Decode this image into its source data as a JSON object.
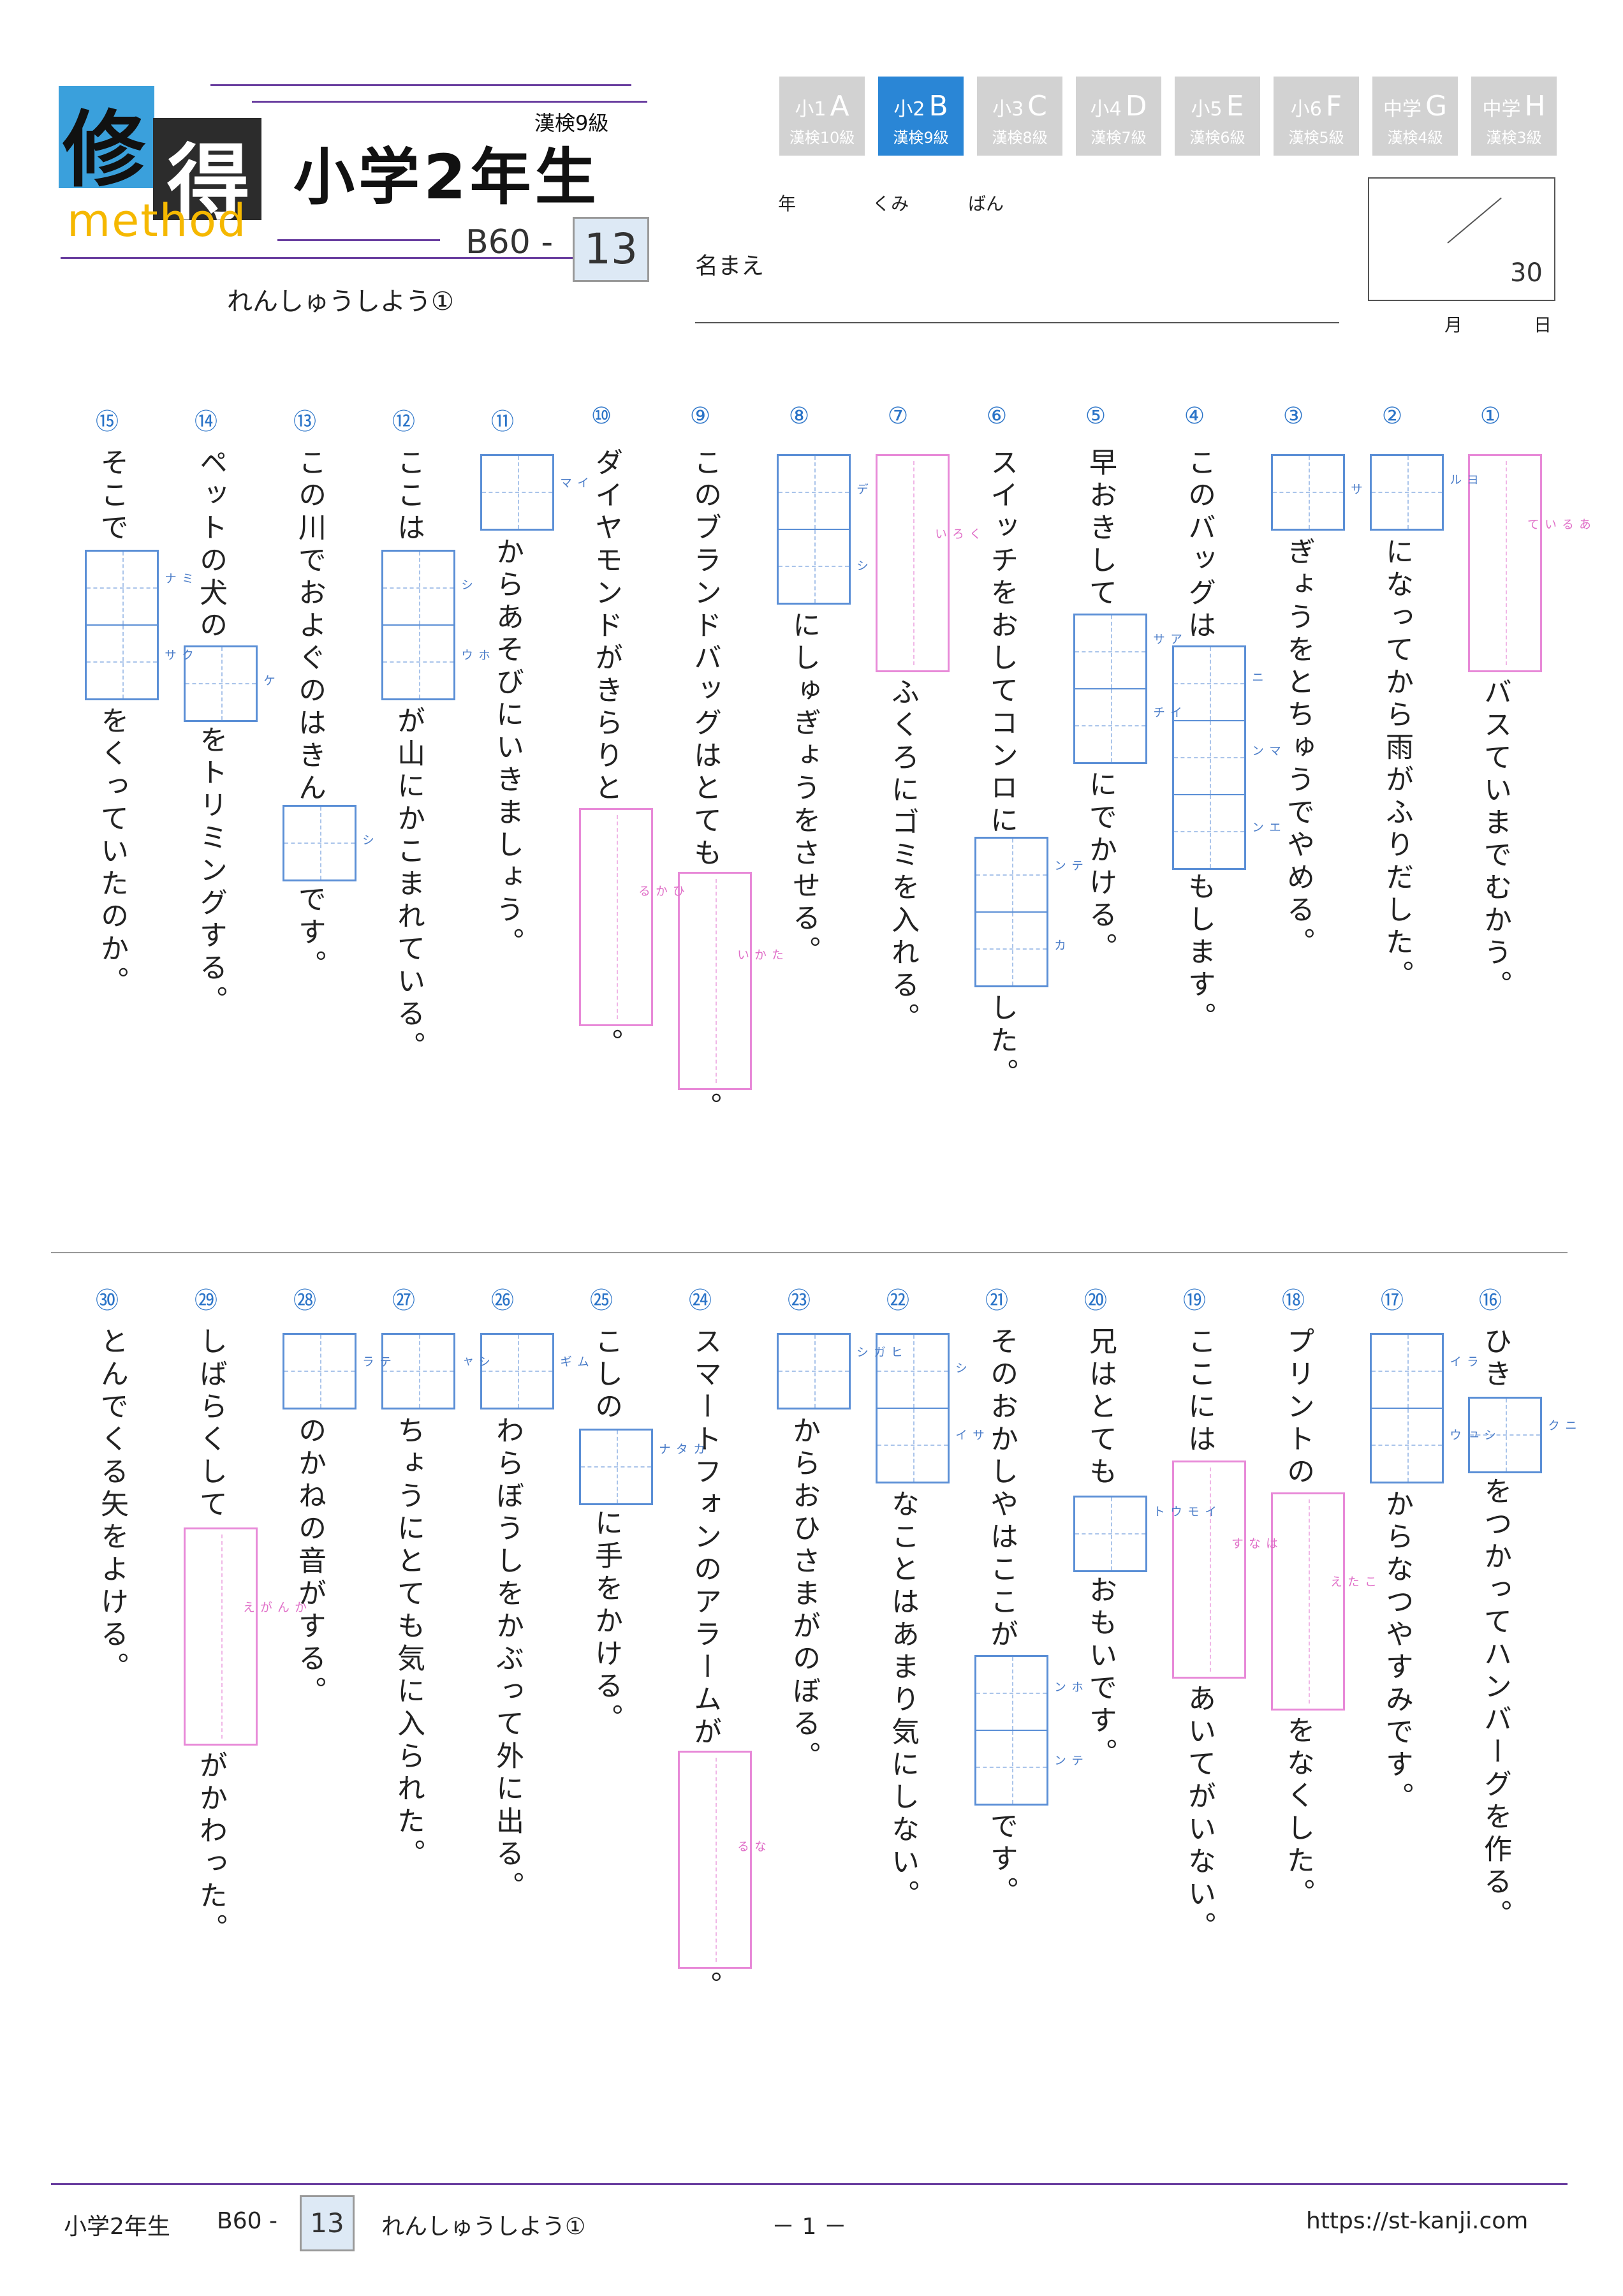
{
  "header": {
    "logo": {
      "kanji1": "修",
      "kanji2": "得",
      "method": "method"
    },
    "grade_title": "小学2年生",
    "kanken": "漢検9級",
    "code_prefix": "B60 -",
    "code_number": "13",
    "lesson_title": "れんしゅうしよう①",
    "levels": [
      {
        "grade": "小1",
        "letter": "A",
        "kanken": "漢検10級",
        "active": false
      },
      {
        "grade": "小2",
        "letter": "B",
        "kanken": "漢検9級",
        "active": true
      },
      {
        "grade": "小3",
        "letter": "C",
        "kanken": "漢検8級",
        "active": false
      },
      {
        "grade": "小4",
        "letter": "D",
        "kanken": "漢検7級",
        "active": false
      },
      {
        "grade": "小5",
        "letter": "E",
        "kanken": "漢検6級",
        "active": false
      },
      {
        "grade": "小6",
        "letter": "F",
        "kanken": "漢検5級",
        "active": false
      },
      {
        "grade": "中学",
        "letter": "G",
        "kanken": "漢検4級",
        "active": false
      },
      {
        "grade": "中学",
        "letter": "H",
        "kanken": "漢検3級",
        "active": false
      }
    ],
    "class_labels": {
      "nen": "年",
      "kumi": "くみ",
      "ban": "ばん"
    },
    "name_label": "名まえ",
    "score_total": "30",
    "date_labels": {
      "month": "月",
      "day": "日"
    }
  },
  "questions": {
    "q1": {
      "num": "①",
      "t1": "",
      "hira": "あるいて",
      "t2": "バスていまでむかう。"
    },
    "q2": {
      "num": "②",
      "t1": "",
      "r1": "ヨル",
      "t2": "になってから雨がふりだした。"
    },
    "q3": {
      "num": "③",
      "t1": "",
      "r1": "サ",
      "t2": "ぎょうをとちゅうでやめる。"
    },
    "q4": {
      "num": "④",
      "t1": "このバッグは",
      "r1": "ニ",
      "r2": "マン",
      "r3": "エン",
      "t2": "もします。"
    },
    "q5": {
      "num": "⑤",
      "t1": "早おきして",
      "r1": "アサ",
      "r2": "イチ",
      "t2": "にでかける。"
    },
    "q6": {
      "num": "⑥",
      "t1": "スイッチをおしてコンロに",
      "r1": "テン",
      "r2": "カ",
      "t2": "した。"
    },
    "q7": {
      "num": "⑦",
      "t1": "",
      "hira": "くろい",
      "t2": "ふくろにゴミを入れる。"
    },
    "q8": {
      "num": "⑧",
      "t1": "",
      "r1": "デ",
      "r2": "シ",
      "t2": "にしゅぎょうをさせる。"
    },
    "q9": {
      "num": "⑨",
      "t1": "このブランドバッグはとても",
      "hira": "たかい",
      "t2": "。"
    },
    "q10": {
      "num": "⑩",
      "t1": "ダイヤモンドがきらりと",
      "hira": "ひかる",
      "t2": "。"
    },
    "q11": {
      "num": "⑪",
      "t1": "",
      "r1": "イマ",
      "t2": "からあそびにいきましょう。"
    },
    "q12": {
      "num": "⑫",
      "t1": "ここは",
      "r1": "シ",
      "r2": "ホウ",
      "t2": "が山にかこまれている。"
    },
    "q13": {
      "num": "⑬",
      "t1": "この川でおよぐのはきん",
      "r1": "シ",
      "t2": "です。"
    },
    "q14": {
      "num": "⑭",
      "t1": "ペットの犬の",
      "r1": "ケ",
      "t2": "をトリミングする。"
    },
    "q15": {
      "num": "⑮",
      "t1": "そこで",
      "r1": "ミナ",
      "r2": "クサ",
      "t2": "をくっていたのか。"
    },
    "q16": {
      "num": "⑯",
      "t1": "ひき",
      "r1": "ニク",
      "t2": "をつかってハンバーグを作る。"
    },
    "q17": {
      "num": "⑰",
      "t1": "",
      "r1": "ライ",
      "r2": "シュウ",
      "t2": "からなつやすみです。"
    },
    "q18": {
      "num": "⑱",
      "t1": "プリントの",
      "hira": "こたえ",
      "t2": "をなくした。"
    },
    "q19": {
      "num": "⑲",
      "t1": "ここには",
      "hira": "はなす",
      "t2": "あいてがいない。"
    },
    "q20": {
      "num": "⑳",
      "t1": "兄はとても",
      "r1": "イモウト",
      "t2": "おもいです。"
    },
    "q21": {
      "num": "㉑",
      "t1": "そのおかしやはここが",
      "r1": "ホン",
      "r2": "テン",
      "t2": "です。"
    },
    "q22": {
      "num": "㉒",
      "t1": "",
      "r1": "シ",
      "r2": "サイ",
      "t2": "なことはあまり気にしない。"
    },
    "q23": {
      "num": "㉓",
      "t1": "",
      "r1": "ヒガシ",
      "t2": "からおひさまがのぼる。"
    },
    "q24": {
      "num": "㉔",
      "t1": "スマートフォンのアラームが",
      "hira": "なる",
      "t2": "。"
    },
    "q25": {
      "num": "㉕",
      "t1": "こしの",
      "r1": "カタナ",
      "t2": "に手をかける。"
    },
    "q26": {
      "num": "㉖",
      "t1": "",
      "r1": "ムギ",
      "t2": "わらぼうしをかぶって外に出る。"
    },
    "q27": {
      "num": "㉗",
      "t1": "",
      "r1": "シャ",
      "t2": "ちょうにとても気に入られた。"
    },
    "q28": {
      "num": "㉘",
      "t1": "",
      "r1": "テラ",
      "t2": "のかねの音がする。"
    },
    "q29": {
      "num": "㉙",
      "t1": "しばらくして",
      "hira": "かんがえ",
      "t2": "がかわった。"
    },
    "q30": {
      "num": "㉚",
      "t1": "とんでくる矢をよける。"
    }
  },
  "footer": {
    "grade": "小学2年生",
    "code_prefix": "B60 -",
    "code_number": "13",
    "lesson_title": "れんしゅうしよう①",
    "page": "－ 1 －",
    "url": "https://st-kanji.com"
  }
}
